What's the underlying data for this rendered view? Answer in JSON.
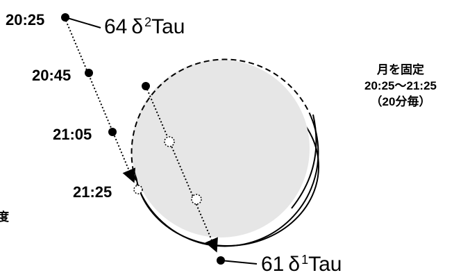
{
  "times": [
    "20:25",
    "20:45",
    "21:05",
    "21:25"
  ],
  "star_top": {
    "number": "64",
    "greek": "δ",
    "sup": "2",
    "name": "Tau"
  },
  "star_bottom": {
    "number": "61",
    "greek": "δ",
    "sup": "1",
    "name": "Tau"
  },
  "note": {
    "line1": "月を固定",
    "line2": "20:25〜21:25",
    "line3": "（20分毎）"
  },
  "edge_text": "度",
  "colors": {
    "moon_fill": "#e6e6e6",
    "ink": "#000000"
  }
}
